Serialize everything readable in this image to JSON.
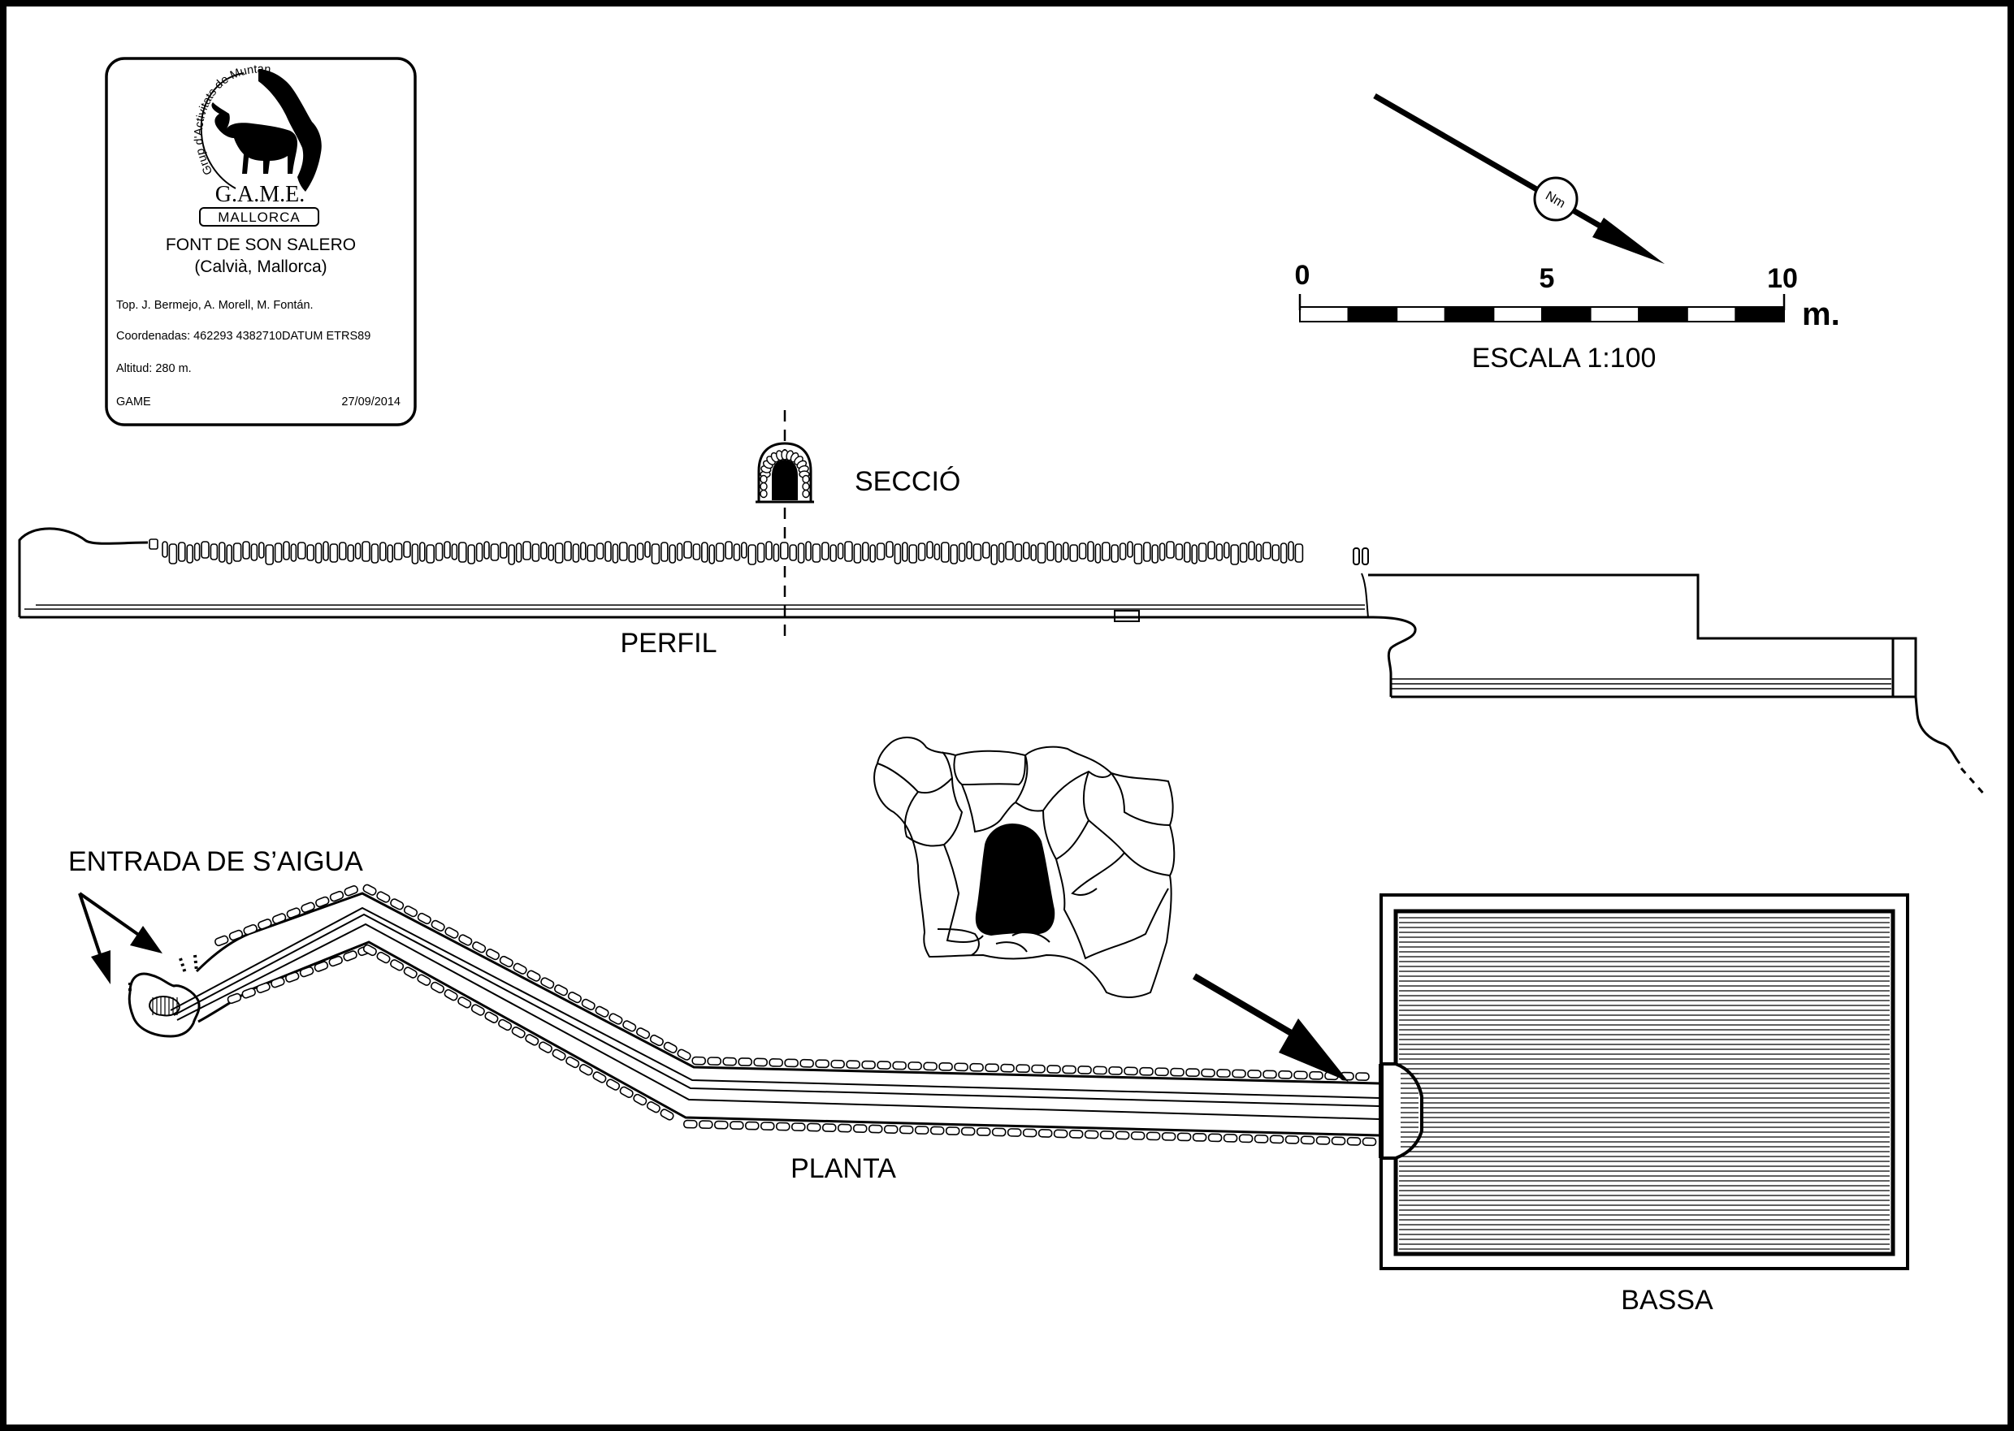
{
  "cartouche": {
    "logo_text": "G.A.M.E.",
    "logo_region": "MALLORCA",
    "logo_ring_text": "Grup d'Activitats de Muntanya i Espeleo · Muntanya Balear",
    "site_name": "FONT DE SON SALERO",
    "site_location": "(Calvià, Mallorca)",
    "survey": "Top.  J. Bermejo, A. Morell, M.  Fontán.",
    "coordinates": "Coordenadas:  462293 4382710DATUM ETRS89",
    "altitude": "Altitud:  280 m.",
    "author": "GAME",
    "date": "27/09/2014"
  },
  "north_arrow": {
    "label": "Nm"
  },
  "scale_bar": {
    "tick_labels": [
      "0",
      "5",
      "10"
    ],
    "unit": "m.",
    "caption": "ESCALA 1:100",
    "segments": 10
  },
  "labels": {
    "section": "SECCIÓ",
    "profile": "PERFIL",
    "inlet": "ENTRADA DE S’AIGUA",
    "plan": "PLANTA",
    "pool": "BASSA"
  },
  "colors": {
    "ink": "#000000",
    "paper": "#ffffff"
  }
}
